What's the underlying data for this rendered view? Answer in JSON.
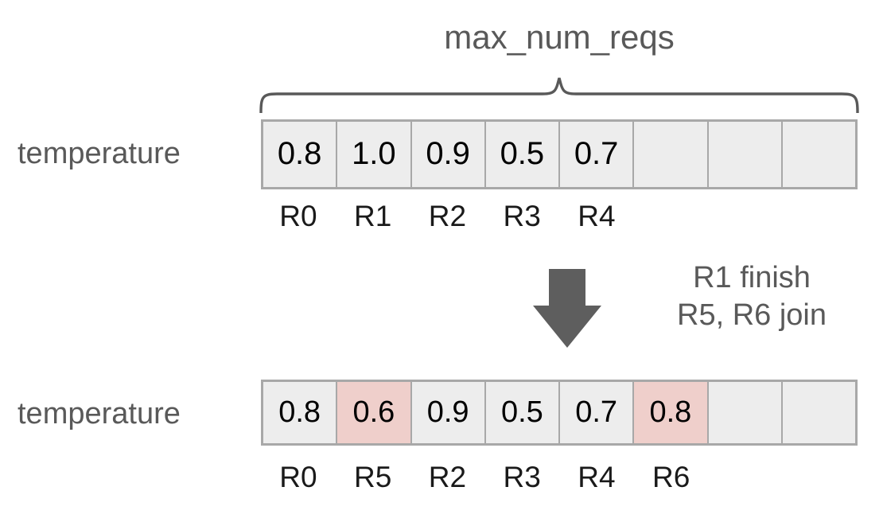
{
  "diagram": {
    "brace_title": "max_num_reqs",
    "arrow_icon": "down-arrow-icon",
    "brace_icon": "curly-brace-icon",
    "annotation": {
      "line1": "R1 finish",
      "line2": "R5, R6 join"
    },
    "colors": {
      "cell_fill": "#ededed",
      "cell_highlight": "#efcfcb",
      "cell_border": "#a8a8a8",
      "label_text": "#595959",
      "value_text": "#000000",
      "arrow_fill": "#5e5e5e"
    },
    "rows": [
      {
        "label": "temperature",
        "slot_count": 8,
        "cells": [
          {
            "value": "0.8",
            "request": "R0",
            "highlight": false
          },
          {
            "value": "1.0",
            "request": "R1",
            "highlight": false
          },
          {
            "value": "0.9",
            "request": "R2",
            "highlight": false
          },
          {
            "value": "0.5",
            "request": "R3",
            "highlight": false
          },
          {
            "value": "0.7",
            "request": "R4",
            "highlight": false
          },
          {
            "value": "",
            "request": "",
            "highlight": false
          },
          {
            "value": "",
            "request": "",
            "highlight": false
          },
          {
            "value": "",
            "request": "",
            "highlight": false
          }
        ]
      },
      {
        "label": "temperature",
        "slot_count": 8,
        "cells": [
          {
            "value": "0.8",
            "request": "R0",
            "highlight": false
          },
          {
            "value": "0.6",
            "request": "R5",
            "highlight": true
          },
          {
            "value": "0.9",
            "request": "R2",
            "highlight": false
          },
          {
            "value": "0.5",
            "request": "R3",
            "highlight": false
          },
          {
            "value": "0.7",
            "request": "R4",
            "highlight": false
          },
          {
            "value": "0.8",
            "request": "R6",
            "highlight": true
          },
          {
            "value": "",
            "request": "",
            "highlight": false
          },
          {
            "value": "",
            "request": "",
            "highlight": false
          }
        ]
      }
    ]
  }
}
